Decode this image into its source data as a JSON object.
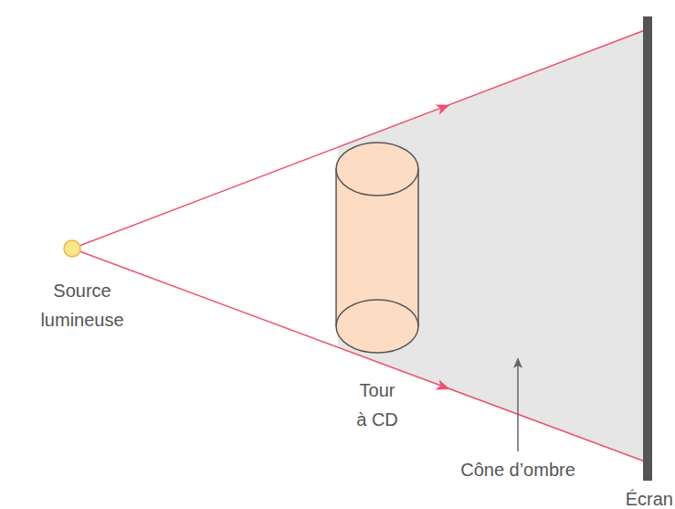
{
  "diagram": {
    "labels": [
      "Source lumineuse",
      "Tour à CD",
      "Cône d’ombre",
      "Écran"
    ]
  }
}
